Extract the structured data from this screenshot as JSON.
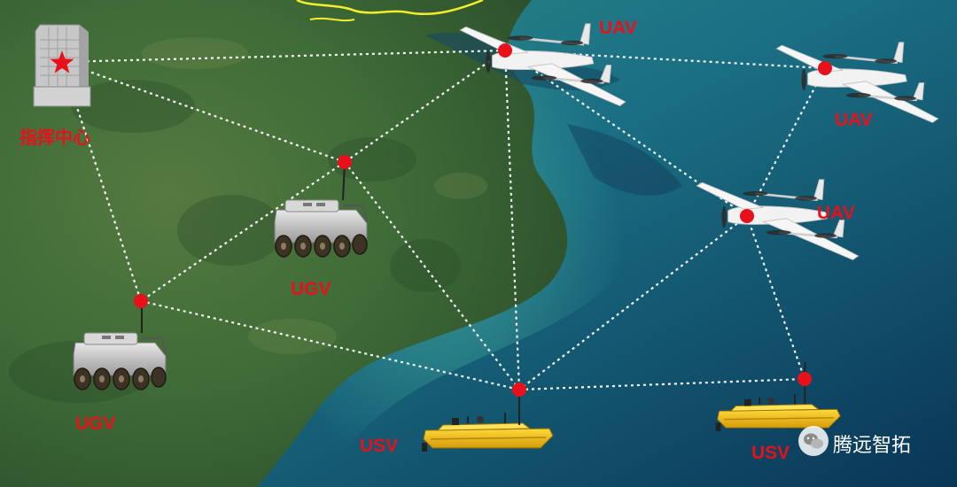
{
  "colors": {
    "link_line": "#ffffff",
    "node_dot": "#e8101b",
    "label_red": "#e8101b",
    "land_green": "#3e6b37",
    "sea_teal": "#1f7f88",
    "sea_deep": "#0b3f5f",
    "usv_yellow": "#f2c21b",
    "border_yellow": "#f3ee2a"
  },
  "labels": {
    "command_center": "指挥中心",
    "uav_1": "UAV",
    "uav_2": "UAV",
    "uav_3": "UAV",
    "ugv_1": "UGV",
    "ugv_2": "UGV",
    "usv_1": "USV",
    "usv_2": "USV"
  },
  "watermark": {
    "text": "腾远智拓",
    "icon": "wechat-icon"
  },
  "icons": {
    "command_center": "building-star-icon",
    "uav": "fixed-wing-vtol-drone-icon",
    "ugv": "unmanned-ground-vehicle-icon",
    "usv": "unmanned-surface-vessel-icon"
  }
}
